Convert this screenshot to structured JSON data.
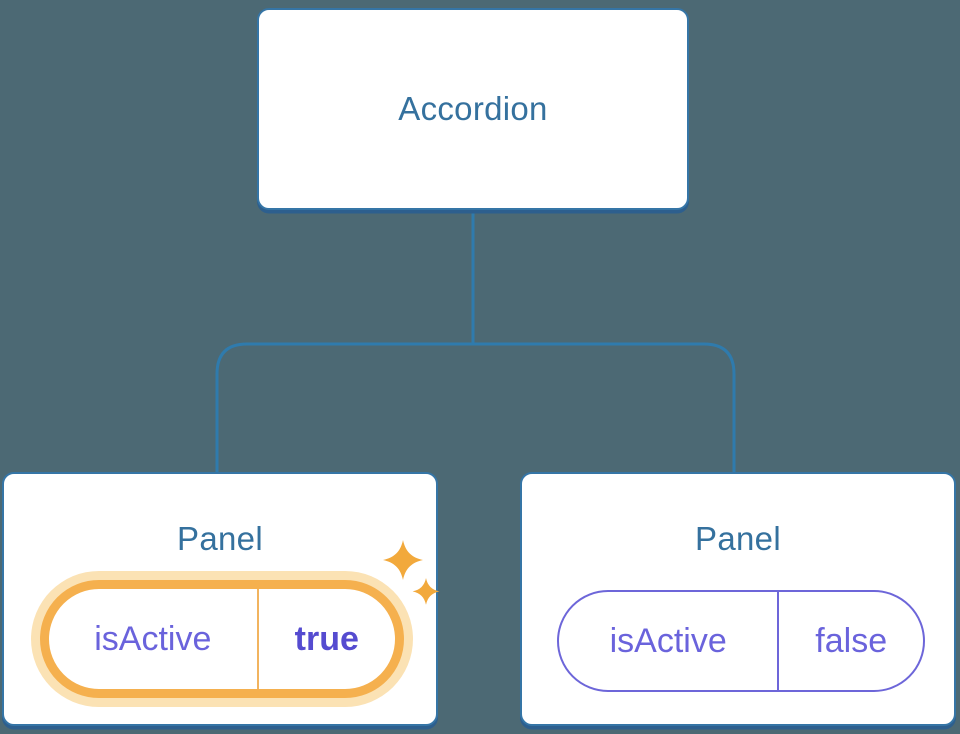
{
  "diagram": {
    "root_node": {
      "label": "Accordion"
    },
    "panels": [
      {
        "title": "Panel",
        "state": {
          "name": "isActive",
          "value": "true"
        },
        "highlighted": true
      },
      {
        "title": "Panel",
        "state": {
          "name": "isActive",
          "value": "false"
        },
        "highlighted": false
      }
    ],
    "icons": [
      {
        "name": "sparkle-icon-large"
      },
      {
        "name": "sparkle-icon-small"
      }
    ],
    "colors": {
      "background": "#4C6974",
      "node_fill": "#FFFFFF",
      "node_border": "#3575A6",
      "node_shadow": "#2D5F8E",
      "node_text": "#35719E",
      "connector": "#2F7BAD",
      "state_text": "#6A63DC",
      "state_value_bold": "#554BD0",
      "highlight_border": "#F5B04E",
      "highlight_glow": "#FBE2B4",
      "highlight_divider": "#F2B45F",
      "sparkle": "#F2A93C"
    }
  }
}
